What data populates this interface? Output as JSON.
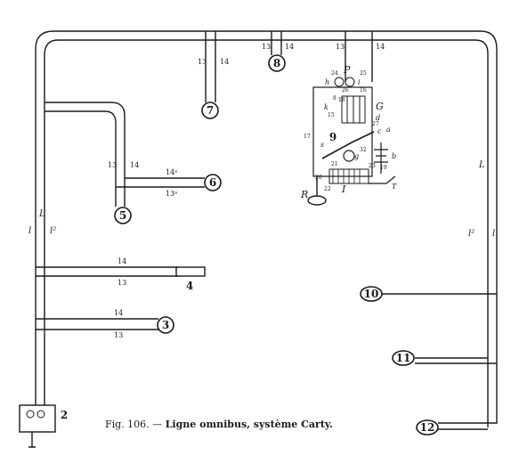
{
  "caption": {
    "fig": "Fig. 106.",
    "dash": " — ",
    "title": "Ligne omnibus, système Carty."
  },
  "stations": [
    "2",
    "3",
    "4",
    "5",
    "6",
    "7",
    "8",
    "9",
    "10",
    "11",
    "12"
  ],
  "wire_labels": {
    "n13": "13",
    "n14": "14",
    "n13a": "13ᵃ",
    "n14a": "14ᵃ",
    "L": "L",
    "l": "l",
    "l2": "l²"
  },
  "apparatus_labels": [
    "P",
    "h",
    "i",
    "k",
    "G",
    "d",
    "a",
    "b",
    "c",
    "g",
    "s",
    "I",
    "R",
    "T",
    "24",
    "25",
    "26",
    "27",
    "16",
    "15",
    "17",
    "18",
    "20",
    "21",
    "22",
    "23",
    "19",
    "32",
    "8"
  ]
}
